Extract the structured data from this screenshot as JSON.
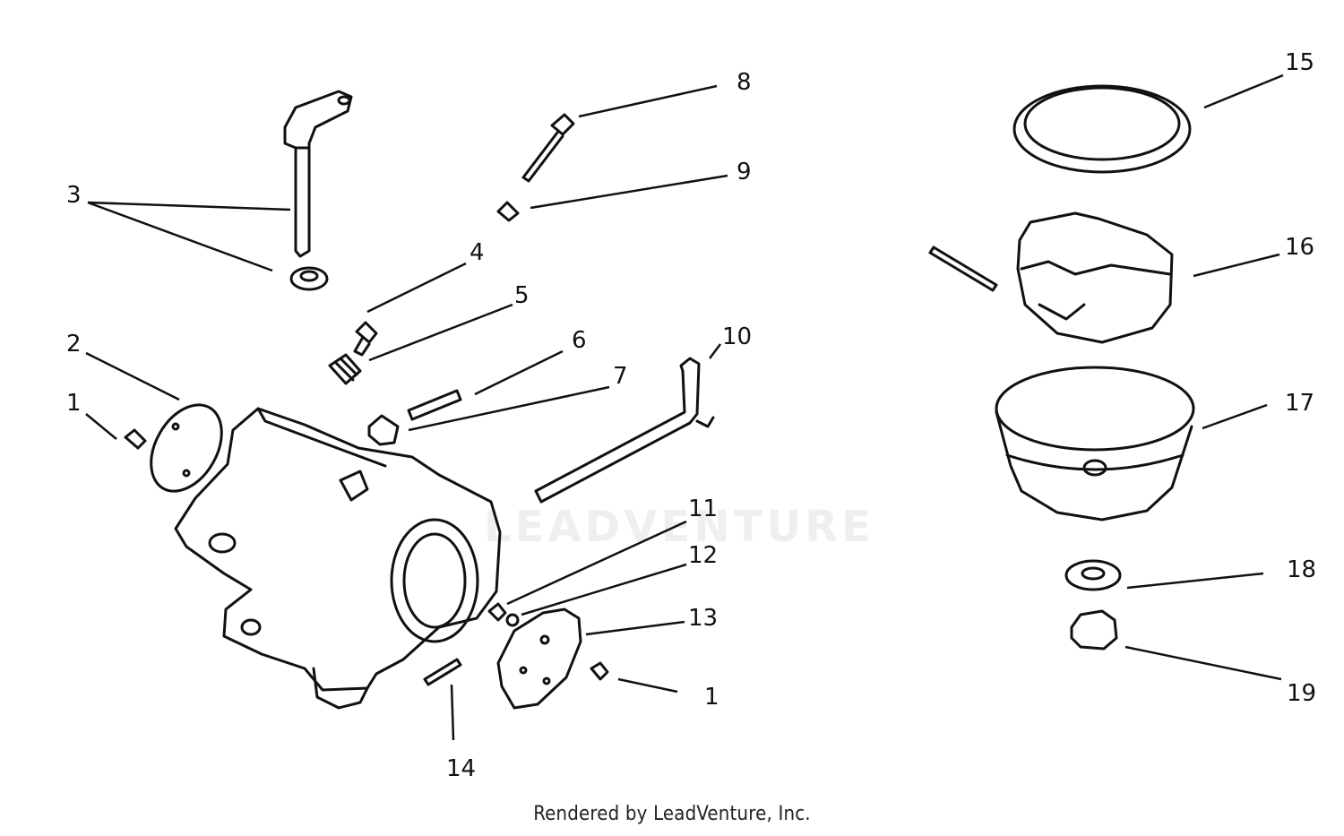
{
  "callouts": {
    "c1a": "1",
    "c1b": "1",
    "c2": "2",
    "c3": "3",
    "c4": "4",
    "c5": "5",
    "c6": "6",
    "c7": "7",
    "c8": "8",
    "c9": "9",
    "c10": "10",
    "c11": "11",
    "c12": "12",
    "c13": "13",
    "c14": "14",
    "c15": "15",
    "c16": "16",
    "c17": "17",
    "c18": "18",
    "c19": "19"
  },
  "watermark": "LEADVENTURE",
  "footer": "Rendered by LeadVenture, Inc."
}
